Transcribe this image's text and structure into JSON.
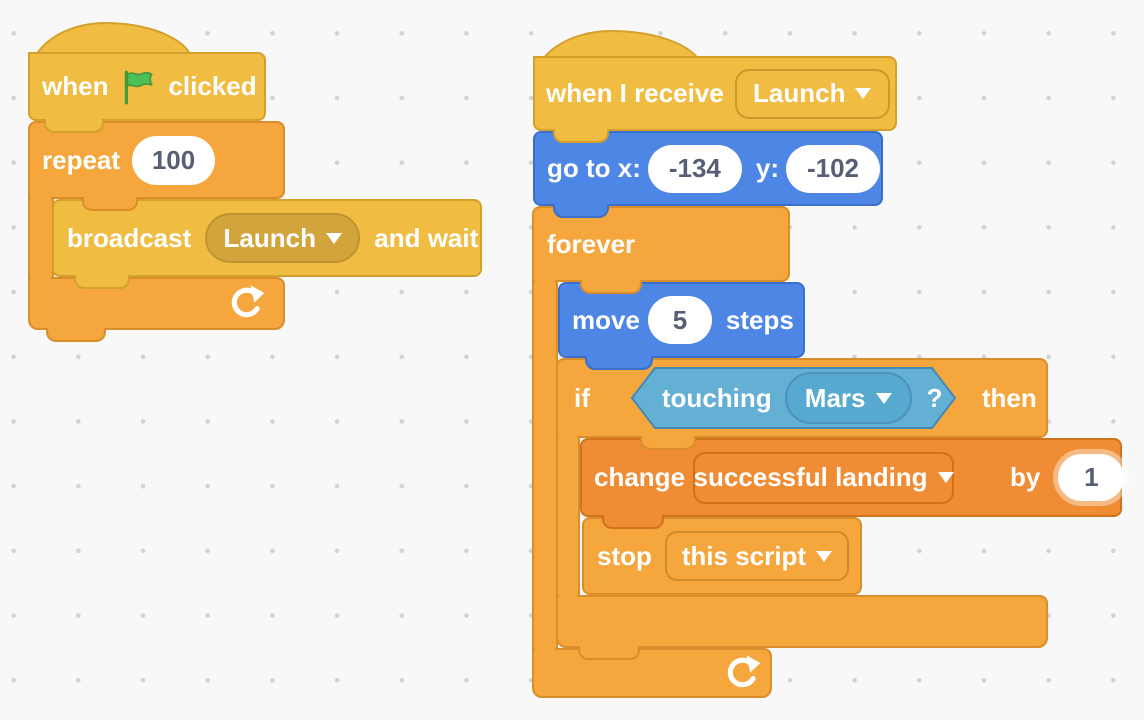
{
  "background": {
    "color": "#f8f8f8",
    "dot_color": "#6e6e6e"
  },
  "palette": {
    "events_fill": "#f0bc42",
    "events_border": "#d3a02c",
    "events_dropdown_fill": "#d2a43c",
    "control_fill": "#f5a63d",
    "control_border": "#d98e2b",
    "motion_fill": "#4d86e4",
    "motion_border": "#3a70c9",
    "sensing_fill": "#64afd4",
    "sensing_border": "#4289b5",
    "sensing_dropdown_fill": "#58a9d0",
    "variables_fill": "#f08c33",
    "variables_border": "#d0731d",
    "input_text": "#575e75",
    "label_text": "#ffffff",
    "flag_green": "#4cbf56",
    "flag_green_border": "#45993d"
  },
  "left_script": {
    "when_flag_clicked": {
      "word_before": "when",
      "word_after": "clicked"
    },
    "repeat": {
      "label": "repeat",
      "times": "100"
    },
    "broadcast": {
      "label": "broadcast",
      "message": "Launch",
      "suffix": "and wait"
    }
  },
  "right_script": {
    "when_i_receive": {
      "label": "when I receive",
      "message": "Launch"
    },
    "go_to_xy": {
      "label_go": "go to x:",
      "x": "-134",
      "label_y": "y:",
      "y": "-102"
    },
    "forever": {
      "label": "forever"
    },
    "move_steps": {
      "label_move": "move",
      "steps": "5",
      "label_steps": "steps"
    },
    "if_then": {
      "label_if": "if",
      "label_then": "then"
    },
    "touching": {
      "label": "touching",
      "target": "Mars",
      "question": "?"
    },
    "change_variable": {
      "label_change": "change",
      "variable": "successful landing",
      "label_by": "by",
      "amount": "1"
    },
    "stop": {
      "label": "stop",
      "option": "this script"
    }
  }
}
